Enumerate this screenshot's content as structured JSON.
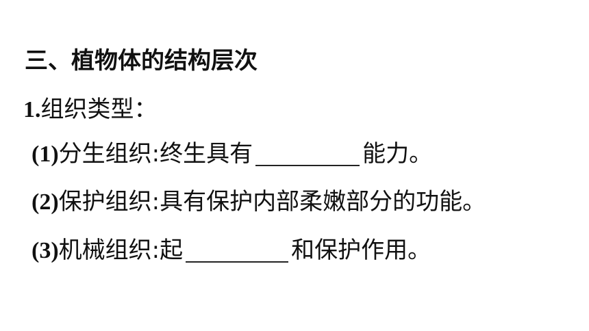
{
  "heading": "三、植物体的结构层次",
  "section": {
    "number": "1.",
    "title": "组织类型："
  },
  "items": [
    {
      "number": "(1)",
      "name": "分生组织",
      "colon": ":",
      "before": "终生具有",
      "after": "能力。"
    },
    {
      "number": "(2)",
      "name": "保护组织",
      "colon": ":",
      "text": "具有保护内部柔嫩部分的功能。"
    },
    {
      "number": "(3)",
      "name": "机械组织",
      "colon": ":",
      "before": "起",
      "after": "和保护作用。"
    }
  ]
}
